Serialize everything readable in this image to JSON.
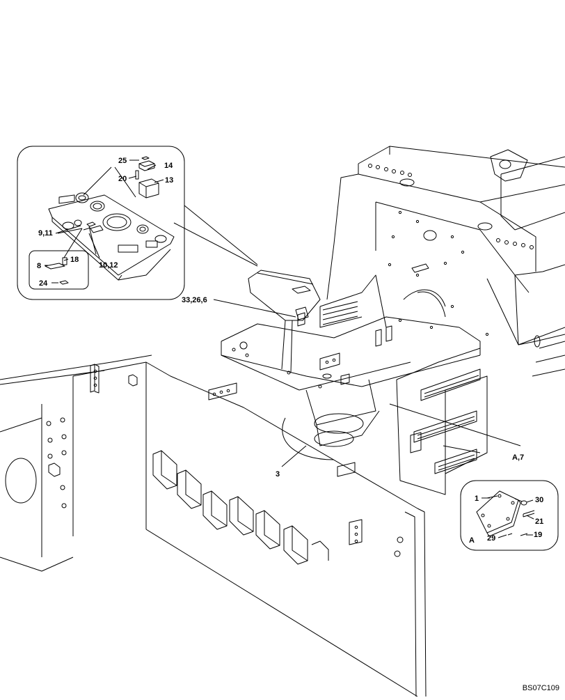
{
  "drawing_id": "BS07C109",
  "callouts": {
    "c25": "25",
    "c14": "14",
    "c20": "20",
    "c13": "13",
    "c911": "9,11",
    "c8": "8",
    "c18": "18",
    "c1012": "10,12",
    "c24": "24",
    "c33266": "33,26,6",
    "cA7": "A,7",
    "c3": "3",
    "c1": "1",
    "c30": "30",
    "c21": "21",
    "cA": "A",
    "c29": "29",
    "c19": "19"
  }
}
